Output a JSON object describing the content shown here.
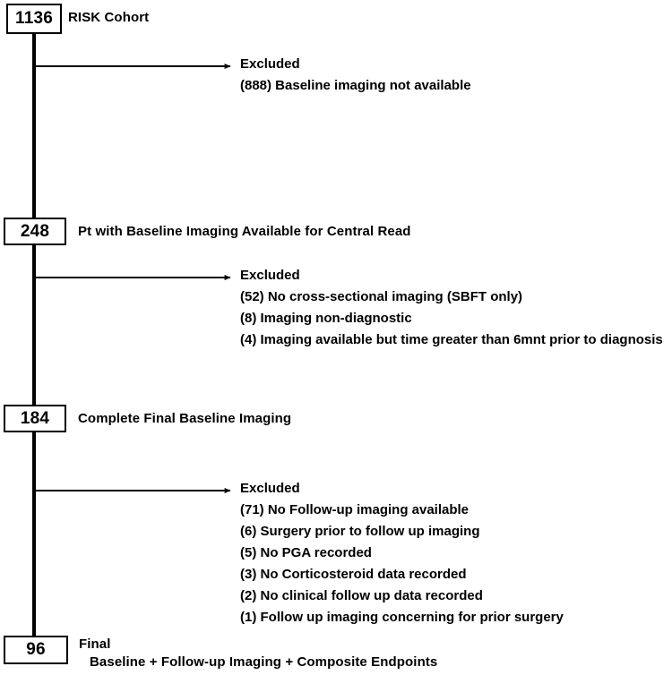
{
  "diagram": {
    "type": "flowchart",
    "title": "RISK Cohort patient selection flow",
    "line_color": "#000000",
    "background_color": "#ffffff",
    "nodes": [
      {
        "count": "1136",
        "label": "RISK Cohort",
        "sub_label": ""
      },
      {
        "count": "248",
        "label": "Pt with Baseline Imaging Available for Central Read",
        "sub_label": ""
      },
      {
        "count": "184",
        "label": "Complete Final Baseline Imaging",
        "sub_label": ""
      },
      {
        "count": "96",
        "label": "Final",
        "sub_label": "Baseline + Follow-up Imaging + Composite Endpoints"
      }
    ],
    "exclusions": [
      {
        "title": "Excluded",
        "items": [
          "(888) Baseline imaging not available"
        ]
      },
      {
        "title": "Excluded",
        "items": [
          "(52) No cross-sectional imaging (SBFT only)",
          "(8) Imaging non-diagnostic",
          "(4) Imaging available but time greater than 6mnt prior to diagnosis"
        ]
      },
      {
        "title": "Excluded",
        "items": [
          "(71) No Follow-up imaging available",
          "(6) Surgery prior to follow up imaging",
          "(5) No PGA recorded",
          "(3) No Corticosteroid data recorded",
          "(2) No clinical follow up data recorded",
          "(1) Follow up imaging concerning for prior surgery"
        ]
      }
    ]
  }
}
